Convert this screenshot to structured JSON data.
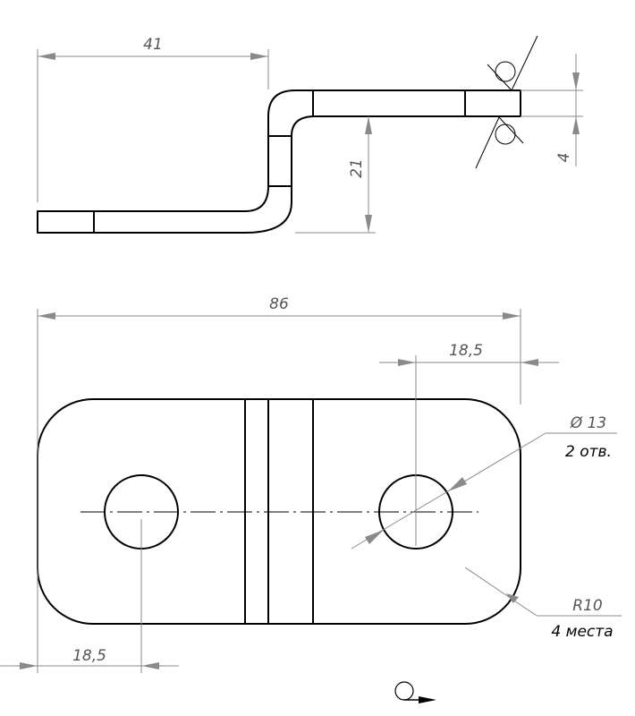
{
  "side_view": {
    "dim_length": "41",
    "dim_offset": "21",
    "dim_thickness": "4"
  },
  "plan_view": {
    "dim_overall": "86",
    "dim_hole_right": "18,5",
    "dim_hole_left": "18,5",
    "hole_diameter": "Ø 13",
    "hole_count": "2 отв.",
    "corner_radius": "R10",
    "corner_count": "4 места"
  }
}
